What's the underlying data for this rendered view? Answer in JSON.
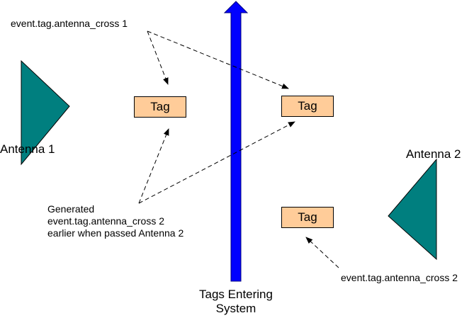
{
  "colors": {
    "antenna_fill": "#007f7f",
    "tag_fill": "#ffcc99",
    "arrow_fill": "#0000ff",
    "arrow_stroke": "#000080",
    "line": "#000000"
  },
  "labels": {
    "cross1": "event.tag.antenna_cross 1",
    "antenna1": "Antenna 1",
    "antenna2": "Antenna 2",
    "generated": [
      "Generated",
      "event.tag.antenna_cross 2",
      "earlier when passed Antenna 2"
    ],
    "cross2": "event.tag.antenna_cross 2",
    "entering": [
      "Tags Entering",
      "System"
    ]
  },
  "tags": [
    {
      "label": "Tag"
    },
    {
      "label": "Tag"
    },
    {
      "label": "Tag"
    }
  ]
}
